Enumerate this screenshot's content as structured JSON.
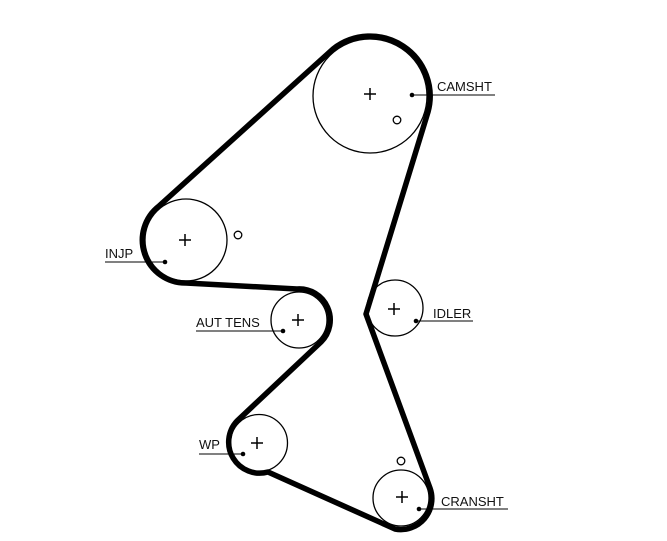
{
  "diagram": {
    "type": "timing-belt-routing",
    "colors": {
      "belt": "#000000",
      "pulley": "#000000",
      "label": "#111111"
    },
    "pulleys": [
      {
        "id": "camshaft",
        "label": "CAMSHT"
      },
      {
        "id": "injection-pump",
        "label": "INJP"
      },
      {
        "id": "auto-tensioner",
        "label": "AUT TENS"
      },
      {
        "id": "idler",
        "label": "IDLER"
      },
      {
        "id": "water-pump",
        "label": "WP"
      },
      {
        "id": "crankshaft",
        "label": "CRANSHT"
      }
    ]
  }
}
